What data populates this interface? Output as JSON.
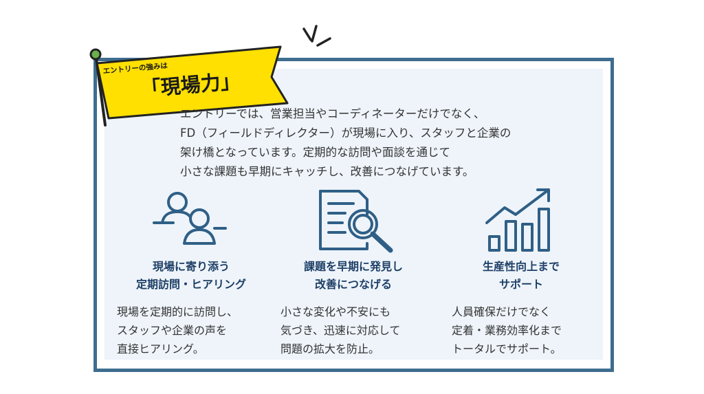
{
  "badge": {
    "subtitle": "エントリーの強みは",
    "title": "「現場力」",
    "color": "#ffe000"
  },
  "intro": {
    "lines": [
      "エントリーでは、営業担当やコーディネーターだけでなく、",
      "FD（フィールドディレクター）が現場に入り、スタッフと企業の",
      "架け橋となっています。定期的な訪問や面談を通じて",
      "小さな課題も早期にキャッチし、改善につなげています。"
    ]
  },
  "columns": [
    {
      "icon": "two-people-icon",
      "title_lines": [
        "現場に寄り添う",
        "定期訪問・ヒアリング"
      ],
      "desc_lines": [
        "現場を定期的に訪問し、",
        "スタッフや企業の声を",
        "直接ヒアリング。"
      ]
    },
    {
      "icon": "document-magnifier-icon",
      "title_lines": [
        "課題を早期に発見し",
        "改善につなげる"
      ],
      "desc_lines": [
        "小さな変化や不安にも",
        "気づき、迅速に対応して",
        "問題の拡大を防止。"
      ]
    },
    {
      "icon": "growth-chart-icon",
      "title_lines": [
        "生産性向上まで",
        "サポート"
      ],
      "desc_lines": [
        "人員確保だけでなく",
        "定着・業務効率化まで",
        "トータルでサポート。"
      ]
    }
  ],
  "colors": {
    "frame": "#3e6d8f",
    "panel": "#eef4fa",
    "accent_navy": "#1e3f66",
    "icon_stroke": "#2f5f86"
  }
}
